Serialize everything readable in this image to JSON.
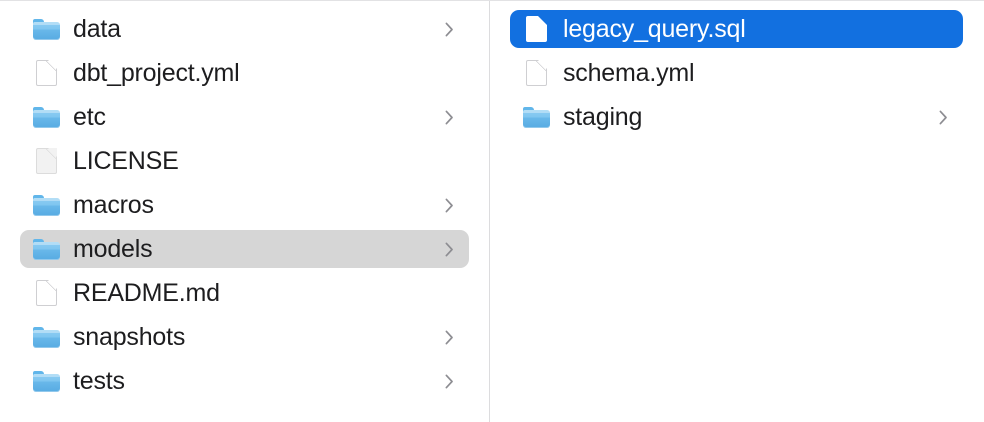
{
  "window": {
    "view": "column",
    "background": "#ffffff",
    "divider_color": "#dcdcde",
    "selection_active_color": "#1270e0",
    "selection_inactive_color": "#d6d6d6",
    "text_color": "#1d1d1f"
  },
  "columns": [
    {
      "name": "column-1",
      "items": [
        {
          "label": "data",
          "kind": "folder",
          "icon": "folder-icon",
          "has_chevron": true,
          "selected": "none"
        },
        {
          "label": "dbt_project.yml",
          "kind": "file",
          "icon": "document-icon",
          "has_chevron": false,
          "selected": "none"
        },
        {
          "label": "etc",
          "kind": "folder",
          "icon": "folder-icon",
          "has_chevron": true,
          "selected": "none"
        },
        {
          "label": "LICENSE",
          "kind": "file",
          "icon": "document-plain-icon",
          "has_chevron": false,
          "selected": "none"
        },
        {
          "label": "macros",
          "kind": "folder",
          "icon": "folder-icon",
          "has_chevron": true,
          "selected": "none"
        },
        {
          "label": "models",
          "kind": "folder",
          "icon": "folder-icon",
          "has_chevron": true,
          "selected": "inactive"
        },
        {
          "label": "README.md",
          "kind": "file",
          "icon": "document-icon",
          "has_chevron": false,
          "selected": "none"
        },
        {
          "label": "snapshots",
          "kind": "folder",
          "icon": "folder-icon",
          "has_chevron": true,
          "selected": "none"
        },
        {
          "label": "tests",
          "kind": "folder",
          "icon": "folder-icon",
          "has_chevron": true,
          "selected": "none"
        }
      ]
    },
    {
      "name": "column-2",
      "items": [
        {
          "label": "legacy_query.sql",
          "kind": "file",
          "icon": "document-icon",
          "has_chevron": false,
          "selected": "active"
        },
        {
          "label": "schema.yml",
          "kind": "file",
          "icon": "document-icon",
          "has_chevron": false,
          "selected": "none"
        },
        {
          "label": "staging",
          "kind": "folder",
          "icon": "folder-icon",
          "has_chevron": true,
          "selected": "none"
        }
      ]
    }
  ]
}
